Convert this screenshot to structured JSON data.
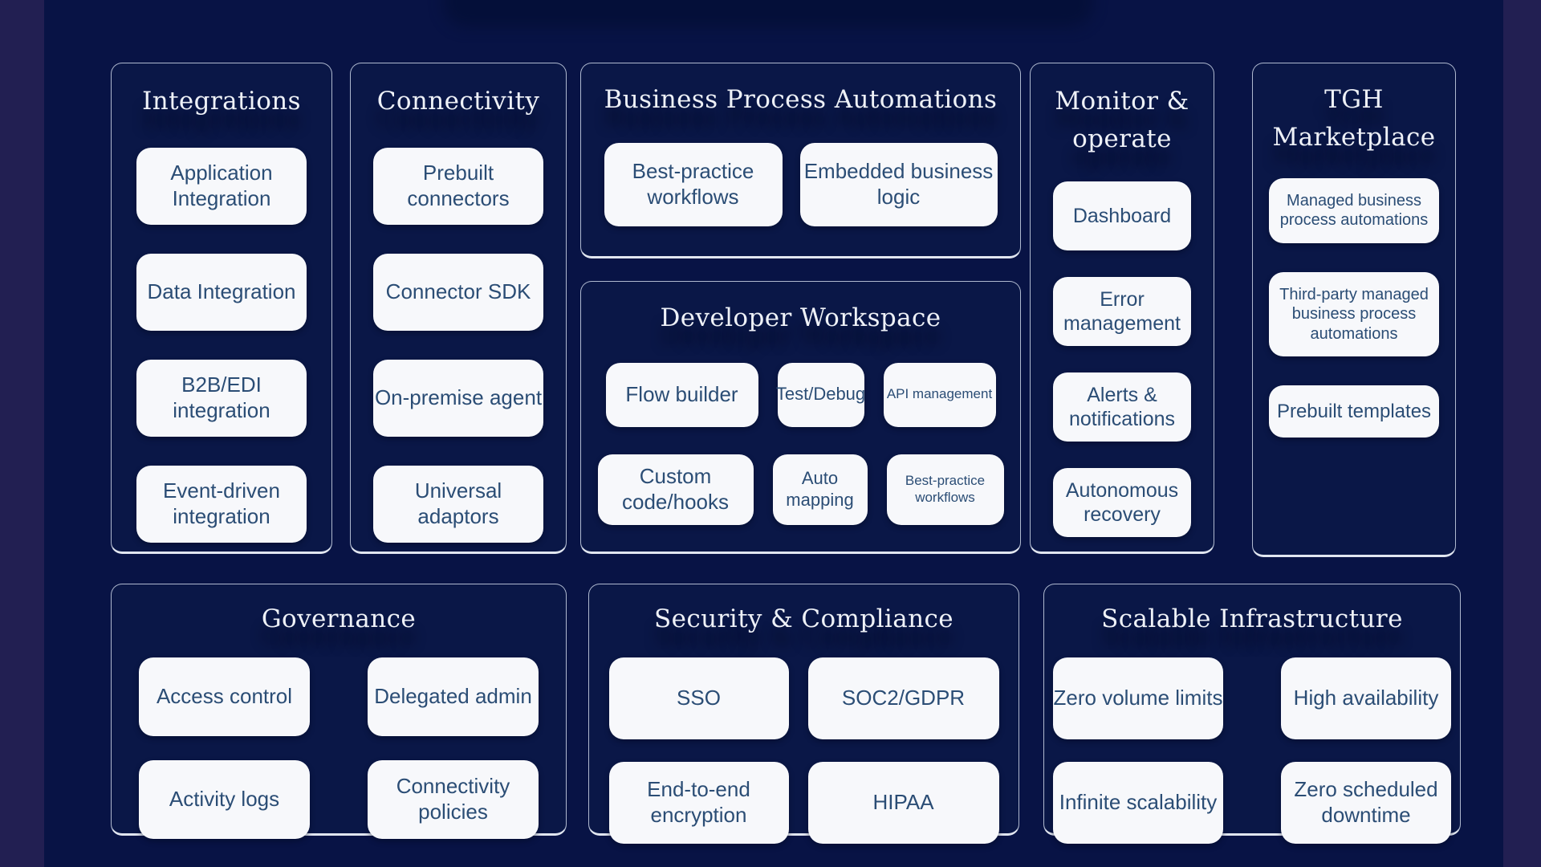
{
  "theme": {
    "background": "#081345",
    "side_strip": "#221f52",
    "panel_fill": "#0a1747",
    "panel_border": "#cdd6e8",
    "chip_fill": "#f7f8fb",
    "chip_text": "#2b4d75",
    "heading_text": "#eef1f7"
  },
  "panels": [
    {
      "id": "integrations",
      "title": "Integrations",
      "chips": [
        "Application Integration",
        "Data Integration",
        "B2B/EDI integration",
        "Event-driven integration"
      ]
    },
    {
      "id": "connectivity",
      "title": "Connectivity",
      "chips": [
        "Prebuilt connectors",
        "Connector SDK",
        "On-premise agent",
        "Universal adaptors"
      ]
    },
    {
      "id": "business-process-automations",
      "title": "Business Process Automations",
      "chips": [
        "Best-practice workflows",
        "Embedded business logic"
      ]
    },
    {
      "id": "developer-workspace",
      "title": "Developer Workspace",
      "rows": [
        [
          "Flow builder",
          "Test/Debug",
          "API management"
        ],
        [
          "Custom code/hooks",
          "Auto mapping",
          "Best-practice workflows"
        ]
      ]
    },
    {
      "id": "monitor-operate",
      "title": "Monitor & operate",
      "chips": [
        "Dashboard",
        "Error management",
        "Alerts & notifications",
        "Autonomous recovery"
      ]
    },
    {
      "id": "tgh-marketplace",
      "title": "TGH Marketplace",
      "chips": [
        "Managed business process automations",
        "Third-party managed business process automations",
        "Prebuilt templates"
      ]
    },
    {
      "id": "governance",
      "title": "Governance",
      "chips": [
        "Access control",
        "Delegated admin",
        "Activity logs",
        "Connectivity policies"
      ]
    },
    {
      "id": "security-compliance",
      "title": "Security & Compliance",
      "chips": [
        "SSO",
        "SOC2/GDPR",
        "End-to-end encryption",
        "HIPAA"
      ]
    },
    {
      "id": "scalable-infrastructure",
      "title": "Scalable Infrastructure",
      "chips": [
        "Zero volume limits",
        "High availability",
        "Infinite scalability",
        "Zero scheduled downtime"
      ]
    }
  ]
}
